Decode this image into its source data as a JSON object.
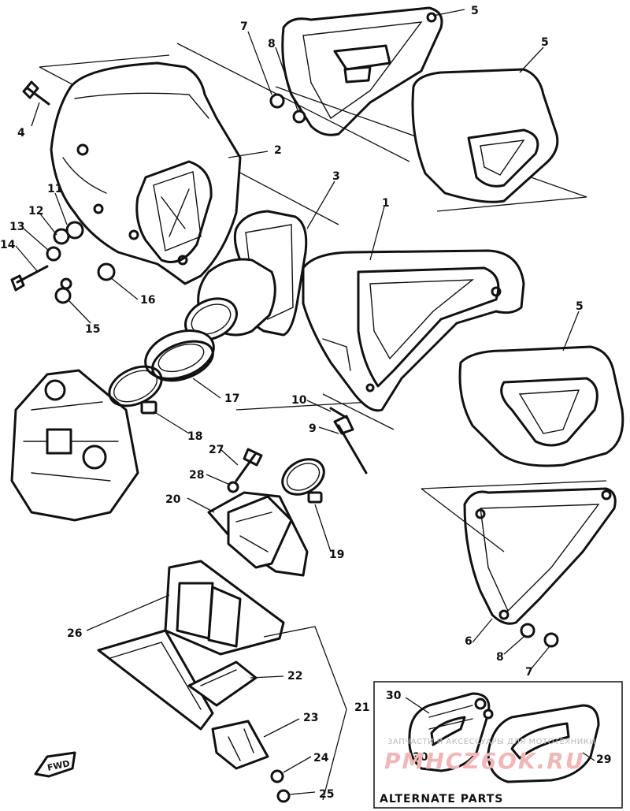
{
  "callouts": {
    "c1": "1",
    "c2": "2",
    "c3": "3",
    "c4": "4",
    "c5a": "5",
    "c5b": "5",
    "c5c": "5",
    "c6": "6",
    "c7a": "7",
    "c7b": "7",
    "c8a": "8",
    "c8b": "8",
    "c9": "9",
    "c10": "10",
    "c11": "11",
    "c12": "12",
    "c13": "13",
    "c14": "14",
    "c15": "15",
    "c16": "16",
    "c17": "17",
    "c18": "18",
    "c19": "19",
    "c20": "20",
    "c21": "21",
    "c22": "22",
    "c23": "23",
    "c24": "24",
    "c25": "25",
    "c26": "26",
    "c27": "27",
    "c28": "28",
    "c29": "29",
    "c30": "30",
    "c30b": "30"
  },
  "alternate_parts_label": "ALTERNATE PARTS",
  "fwd_label": "FWD",
  "watermark": {
    "line1": "ЗАПЧАСТИ И АКСЕССУАРЫ ДЛЯ МОТОТЕХНИКИ",
    "line2": "PMHCZ6OK.RU"
  }
}
